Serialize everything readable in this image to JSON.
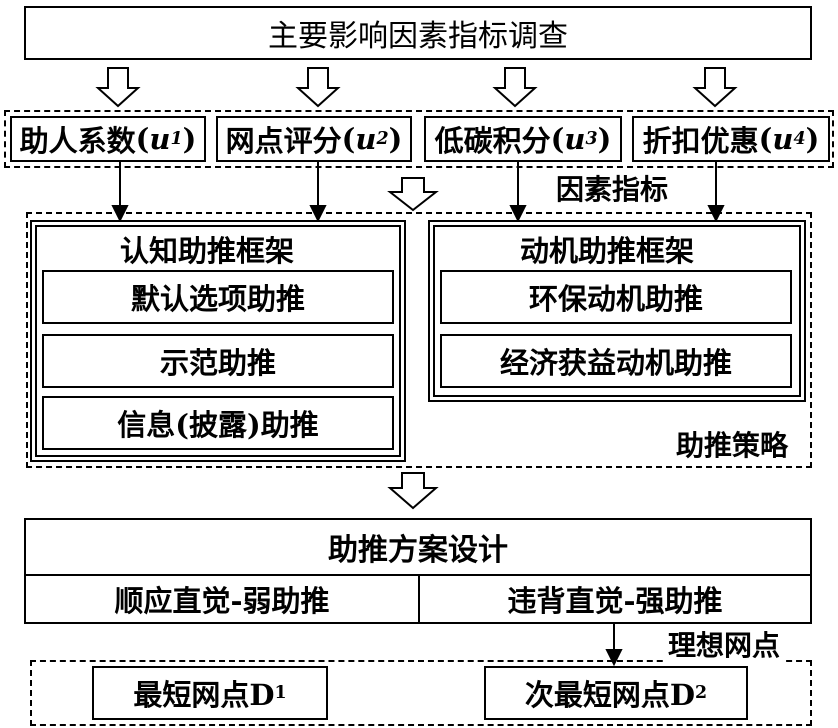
{
  "survey_title": "主要影响因素指标调查",
  "factors": [
    {
      "label": "助人系数",
      "var": "u",
      "sub": "1"
    },
    {
      "label": "网点评分",
      "var": "u",
      "sub": "2"
    },
    {
      "label": "低碳积分",
      "var": "u",
      "sub": "3"
    },
    {
      "label": "折扣优惠",
      "var": "u",
      "sub": "4"
    }
  ],
  "factor_group_label": "因素指标",
  "cognitive": {
    "title": "认知助推框架",
    "items": [
      "默认选项助推",
      "示范助推",
      "信息(披露)助推"
    ]
  },
  "motivation": {
    "title": "动机助推框架",
    "items": [
      "环保动机助推",
      "经济获益动机助推"
    ]
  },
  "strategy_group_label": "助推策略",
  "design_title": "助推方案设计",
  "design_options": [
    "顺应直觉-弱助推",
    "违背直觉-强助推"
  ],
  "ideal_group_label": "理想网点",
  "outlets": [
    {
      "label": "最短网点D",
      "sub": "1"
    },
    {
      "label": "次最短网点D",
      "sub": "2"
    }
  ]
}
